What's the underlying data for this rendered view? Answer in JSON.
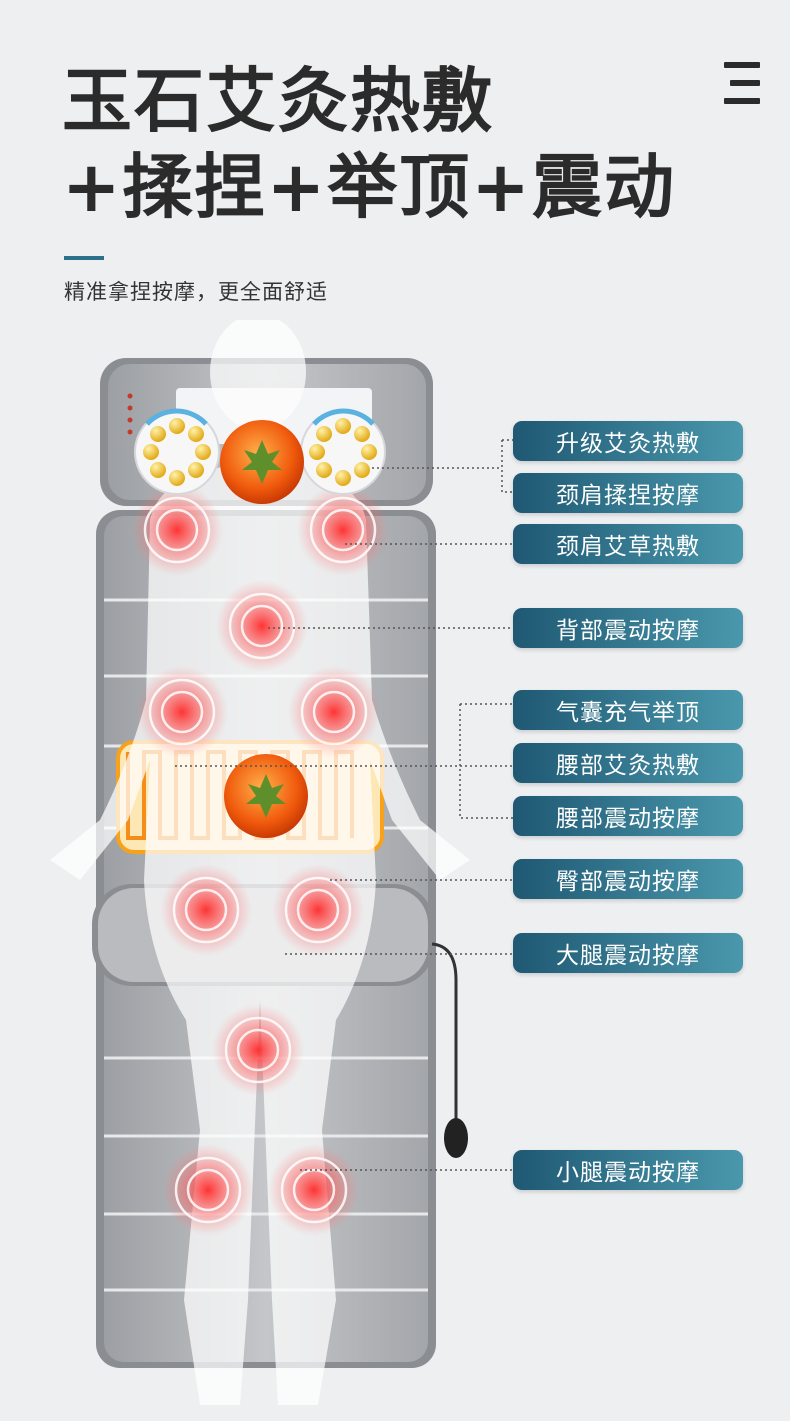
{
  "header": {
    "title_line1": "玉石艾灸热敷",
    "title_line2": "+揉捏+举顶+震动",
    "section_number": "3",
    "subtitle": "精准拿捏按摩，更全面舒适"
  },
  "features": [
    "升级艾灸热敷",
    "颈肩揉捏按摩",
    "颈肩艾草热敷",
    "背部震动按摩",
    "气囊充气举顶",
    "腰部艾灸热敷",
    "腰部震动按摩",
    "臀部震动按摩",
    "大腿震动按摩",
    "小腿震动按摩"
  ],
  "colors": {
    "accent": "#2d6f8a",
    "label_gradient_start": "#1f5873",
    "label_gradient_end": "#4a98ad",
    "heat_glow": "#ff3b30",
    "moxa_orange": "#f46a10",
    "jade_yellow": "#f3c23a"
  }
}
